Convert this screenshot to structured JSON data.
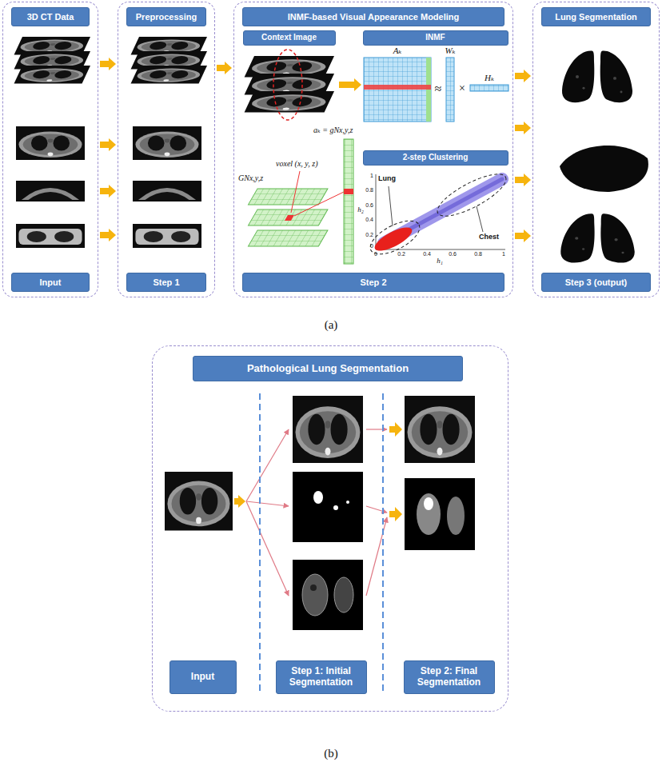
{
  "diagram": {
    "nodes": [
      {
        "text": [
          "3D CT Data",
          "Input"
        ]
      },
      {
        "text": [
          "Preprocessing",
          "Step 1"
        ]
      },
      {
        "text": [
          "INMF-based Visual Appearance Modeling",
          "Step 2"
        ]
      },
      {
        "text": [
          "Context Image"
        ],
        "in": 2
      },
      {
        "text": [
          "INMF"
        ],
        "in": 2
      },
      {
        "text": [
          "2-step Clustering"
        ],
        "in": 2
      },
      {
        "text": [
          "Lung Segmentation",
          "Step 3 (output)"
        ]
      },
      {
        "text": [
          "Pathological Lung Segmentation"
        ]
      },
      {
        "text": [
          "Input"
        ],
        "in": 7
      },
      {
        "text": [
          "Step 1: Initial Segmentation"
        ],
        "in": 7
      },
      {
        "text": [
          "Step 2: Final Segmentation"
        ],
        "in": 7
      }
    ],
    "edges": [
      {
        "from": 0,
        "to": 1,
        "arrow": "to"
      },
      {
        "from": 0,
        "to": 1,
        "arrow": "to"
      },
      {
        "from": 0,
        "to": 1,
        "arrow": "to"
      },
      {
        "from": 0,
        "to": 1,
        "arrow": "to"
      },
      {
        "from": 1,
        "to": 2,
        "arrow": "to"
      },
      {
        "from": 2,
        "to": 6,
        "arrow": "to"
      },
      {
        "from": 2,
        "to": 6,
        "arrow": "to"
      },
      {
        "from": 2,
        "to": 6,
        "arrow": "to"
      },
      {
        "from": 2,
        "to": 6,
        "arrow": "to"
      }
    ],
    "labels": [
      "(a)",
      "(b)",
      "Aₖ",
      "≈",
      "Wₖ",
      "×",
      "Hₖ",
      "aₖ = gNx,y,z",
      "voxel (x, y, z)",
      "GNx,y,z",
      "Lung",
      "Chest",
      "h₁",
      "h₂",
      "1",
      "0.8",
      "0.6",
      "0.4",
      "0.2",
      "0",
      "0",
      "0.2",
      "0.4",
      "0.6",
      "0.8",
      "1"
    ]
  }
}
